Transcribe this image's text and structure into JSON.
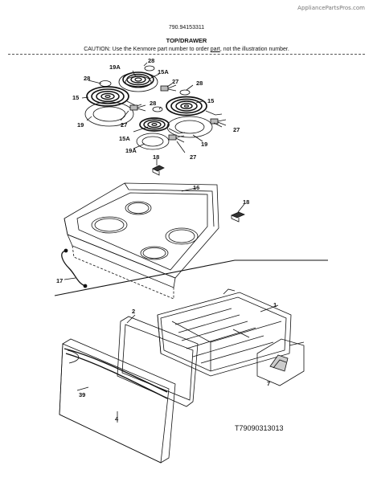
{
  "watermark": "AppliancePartsPros.com",
  "model": "790.94153311",
  "title": "TOP/DRAWER",
  "caution": {
    "before": "CAUTION: Use the Kenmore part number to order ",
    "underlined": "part",
    "after": ", not the illustration number."
  },
  "callouts": {
    "c28a": "28",
    "c19a_a": "19A",
    "c15a_a": "15A",
    "c28b": "28",
    "c27a": "27",
    "c28c": "28",
    "c15a": "15",
    "c15b": "15",
    "c19a": "19",
    "c27b": "27",
    "c28d": "28",
    "c27c": "27",
    "c15a_b": "15A",
    "c19b": "19",
    "c19a_b": "19A",
    "c27d": "27",
    "c18a": "18",
    "c16": "16",
    "c18b": "18",
    "c17": "17",
    "c1": "1",
    "c2": "2",
    "c7": "7",
    "c39": "39",
    "c4": "4"
  },
  "drawing_number": "T79090313013"
}
